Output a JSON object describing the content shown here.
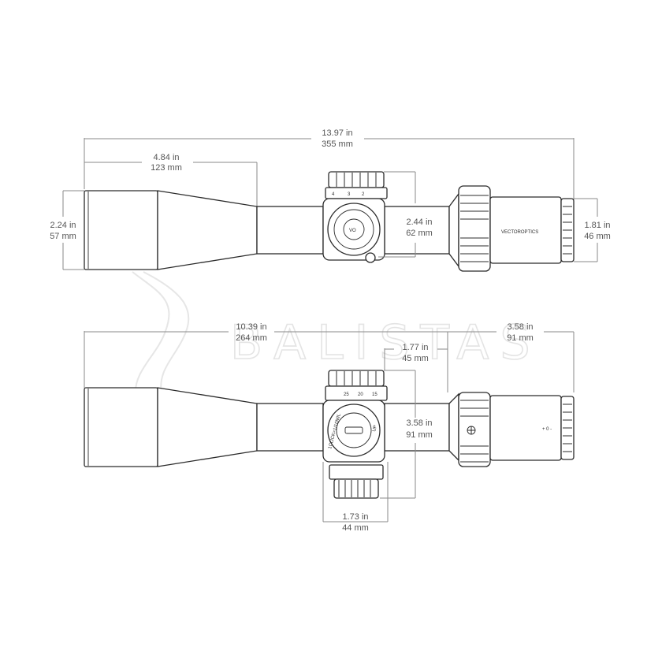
{
  "watermark": {
    "text": "BALISTAS"
  },
  "brand": {
    "logo_text": "VECTOROPTICS",
    "cap_mark": "VO"
  },
  "top_view": {
    "overall_length": {
      "in": "13.97 in",
      "mm": "355 mm"
    },
    "objective_length": {
      "in": "4.84 in",
      "mm": "123 mm"
    },
    "objective_diameter": {
      "in": "2.24 in",
      "mm": "57 mm"
    },
    "turret_height": {
      "in": "2.44 in",
      "mm": "62 mm"
    },
    "eyepiece_diameter": {
      "in": "1.81 in",
      "mm": "46 mm"
    },
    "parallax_scale": [
      "4",
      "3",
      "2"
    ]
  },
  "side_view": {
    "front_length": {
      "in": "10.39 in",
      "mm": "264 mm"
    },
    "rear_length": {
      "in": "3.58 in",
      "mm": "91 mm"
    },
    "turret_to_eyepiece": {
      "in": "1.77 in",
      "mm": "45 mm"
    },
    "turret_height": {
      "in": "3.58 in",
      "mm": "91 mm"
    },
    "turret_width": {
      "in": "1.73 in",
      "mm": "44  mm"
    },
    "elevation_label": "1CLICK=1/10MIL",
    "elevation_up": "UP",
    "turret_scale": [
      "25",
      "20",
      "15"
    ],
    "diopter_mark": "+ 0 -"
  }
}
